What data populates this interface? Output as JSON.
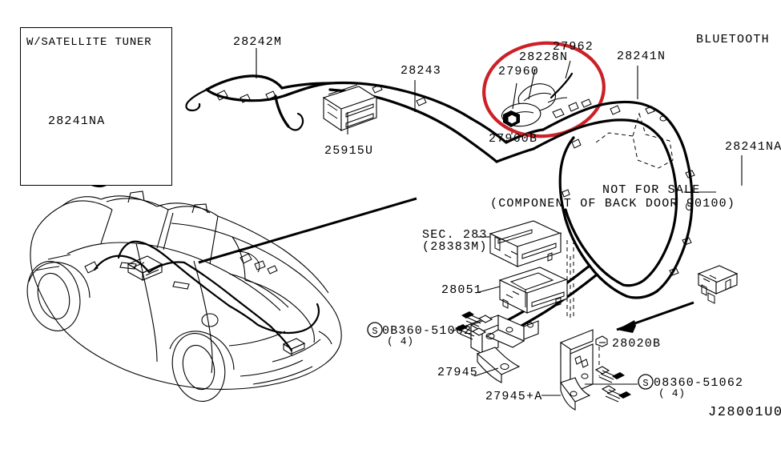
{
  "diagram": {
    "id_code": "J28001U0",
    "inset_title": "W/SATELLITE TUNER",
    "accent_red": "#cc2027",
    "line_color": "#000000",
    "background": "#ffffff"
  },
  "labels": {
    "inset_part": "28241NA",
    "harness_roof": "28242M",
    "harness_main": "28243",
    "audio_unit": "25915U",
    "antenna_feeder": "27962",
    "antenna_assembly": "28228N",
    "antenna_base": "27960",
    "antenna_gasket": "27960B",
    "harness_rear": "28241N",
    "bluetooth": "BLUETOOTH",
    "harness_right": "28241NA",
    "not_for_sale_line1": "NOT FOR SALE",
    "not_for_sale_line2": "(COMPONENT OF BACK DOOR 90100)",
    "sec_ref_line1": "SEC. 283",
    "sec_ref_line2": "(28383M)",
    "module_28051": "28051",
    "bolt_left_code": "0B360-51062",
    "bolt_left_qty": "( 4)",
    "bracket_27945": "27945",
    "bracket_27945a": "27945+A",
    "clip_28020b": "28020B",
    "bolt_right_code": "08360-51062",
    "bolt_right_qty": "( 4)",
    "screw_symbol": "S"
  }
}
